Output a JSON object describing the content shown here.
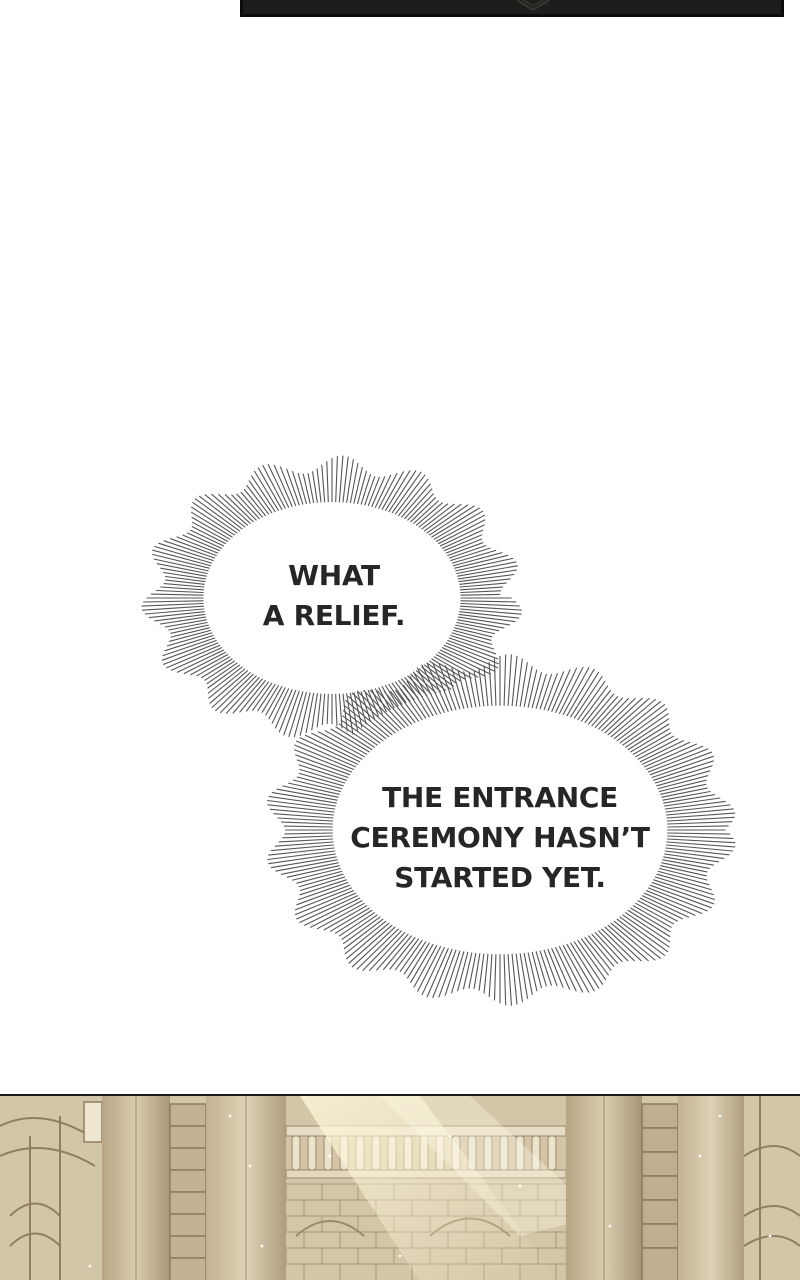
{
  "bubbles": [
    {
      "lines": [
        "WHAT",
        "A RELIEF."
      ]
    },
    {
      "lines": [
        "THE ENTRANCE",
        "CEREMONY HASN’T",
        "STARTED YET."
      ]
    }
  ],
  "colors": {
    "background": "#ffffff",
    "text": "#262626",
    "bubble_lines": "#555555",
    "top_panel": "#1e1d1b",
    "bottom_panel_stone": "#cbbd9f",
    "bottom_panel_light": "#fff6d8"
  },
  "panels": {
    "top": "dark-frame",
    "bottom": "castle-hall-illustration"
  }
}
